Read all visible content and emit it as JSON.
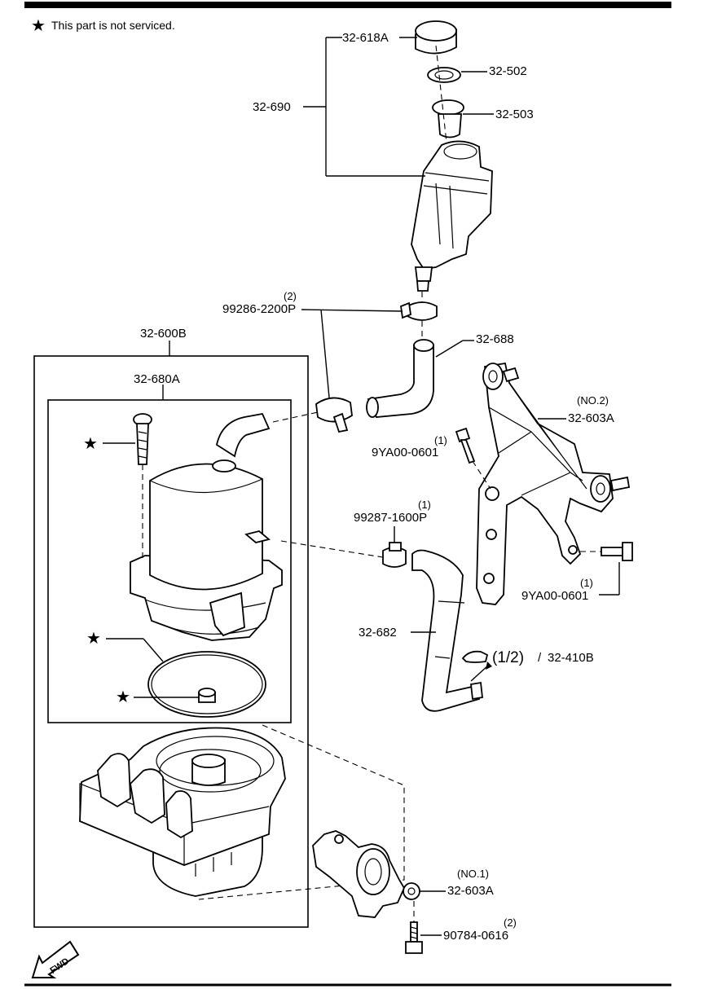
{
  "note": {
    "star": "★",
    "text": "This part is not serviced."
  },
  "callouts": {
    "c_32_618A": "32-618A",
    "c_32_502": "32-502",
    "c_32_503": "32-503",
    "c_32_690": "32-690",
    "c_99286_qty": "(2)",
    "c_99286": "99286-2200P",
    "c_32_688": "32-688",
    "c_32_600B": "32-600B",
    "c_32_680A": "32-680A",
    "c_no2": "(NO.2)",
    "c_32_603A_upper": "32-603A",
    "c_9ya_upper_qty": "(1)",
    "c_9ya_upper": "9YA00-0601",
    "c_99287_qty": "(1)",
    "c_99287": "99287-1600P",
    "c_9ya_lower_qty": "(1)",
    "c_9ya_lower": "9YA00-0601",
    "c_32_682": "32-682",
    "c_ref_fraction": "(1/2)",
    "c_ref_sep": "/",
    "c_32_410B": "32-410B",
    "c_no1": "(NO.1)",
    "c_32_603A_lower": "32-603A",
    "c_90784_qty": "(2)",
    "c_90784": "90784-0616",
    "star_symbol": "★",
    "fwd": "FWD"
  }
}
